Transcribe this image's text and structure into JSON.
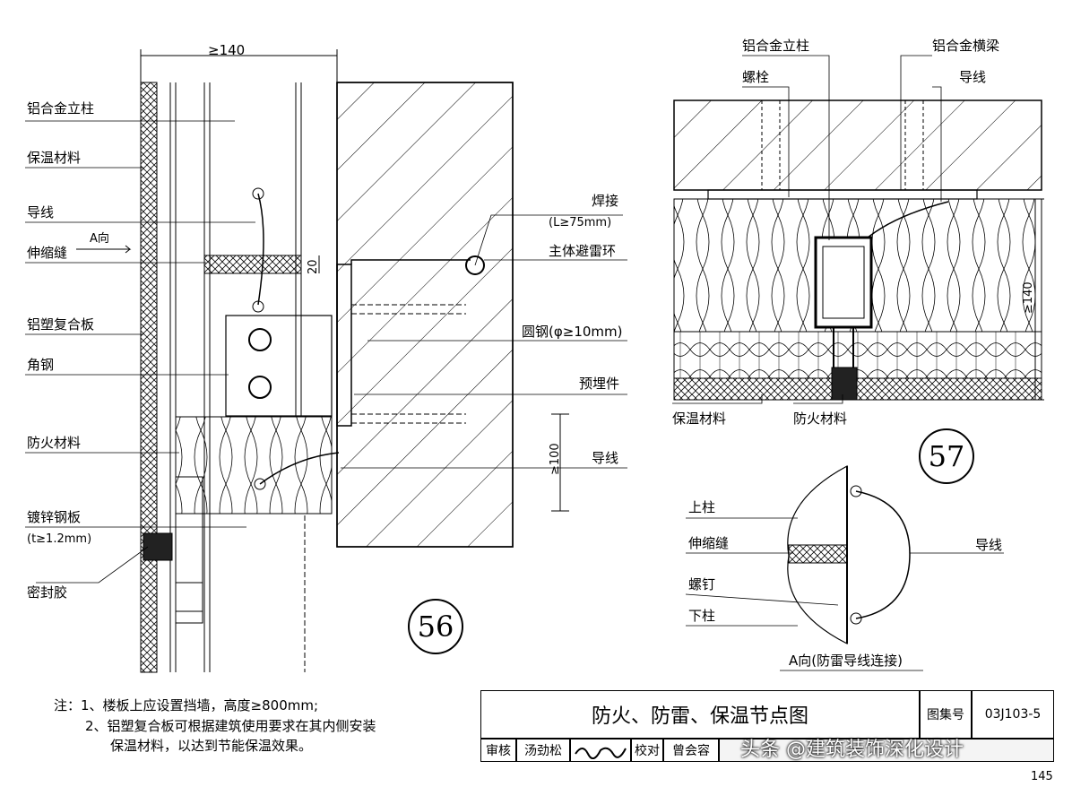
{
  "page_number": "145",
  "detail56": {
    "number": "56",
    "dim_width": "≥140",
    "dim_20": "20",
    "dim_100": "≥100",
    "view_arrow": "A向",
    "labels_left": [
      "铝合金立柱",
      "保温材料",
      "导线",
      "伸缩缝",
      "铝塑复合板",
      "角钢",
      "防火材料",
      "镀锌钢板",
      "(t≥1.2mm)",
      "密封胶"
    ],
    "labels_right": [
      "焊接",
      "(L≥75mm)",
      "主体避雷环",
      "圆钢(φ≥10mm)",
      "预埋件",
      "导线"
    ]
  },
  "detail57": {
    "number": "57",
    "labels_top": [
      "铝合金立柱",
      "铝合金横梁",
      "螺栓",
      "导线"
    ],
    "labels_bottom": [
      "保温材料",
      "防火材料"
    ],
    "dim_140": "≥140"
  },
  "detailA": {
    "labels": [
      "上柱",
      "伸缩缝",
      "螺钉",
      "下柱"
    ],
    "wire_label": "导线",
    "caption": "A向(防雷导线连接)"
  },
  "notes": {
    "line1": "注：1、楼板上应设置挡墙，高度≥800mm;",
    "line2": "2、铝塑复合板可根据建筑使用要求在其内侧安装",
    "line3": "保温材料，以达到节能保温效果。"
  },
  "title_block": {
    "title": "防火、防雷、保温节点图",
    "atlas_label": "图集号",
    "atlas_no": "03J103-5",
    "review_label": "审核",
    "reviewer": "汤劲松",
    "check_label": "校对",
    "checker": "曾会容"
  },
  "watermark": "头条 @建筑装饰深化设计"
}
